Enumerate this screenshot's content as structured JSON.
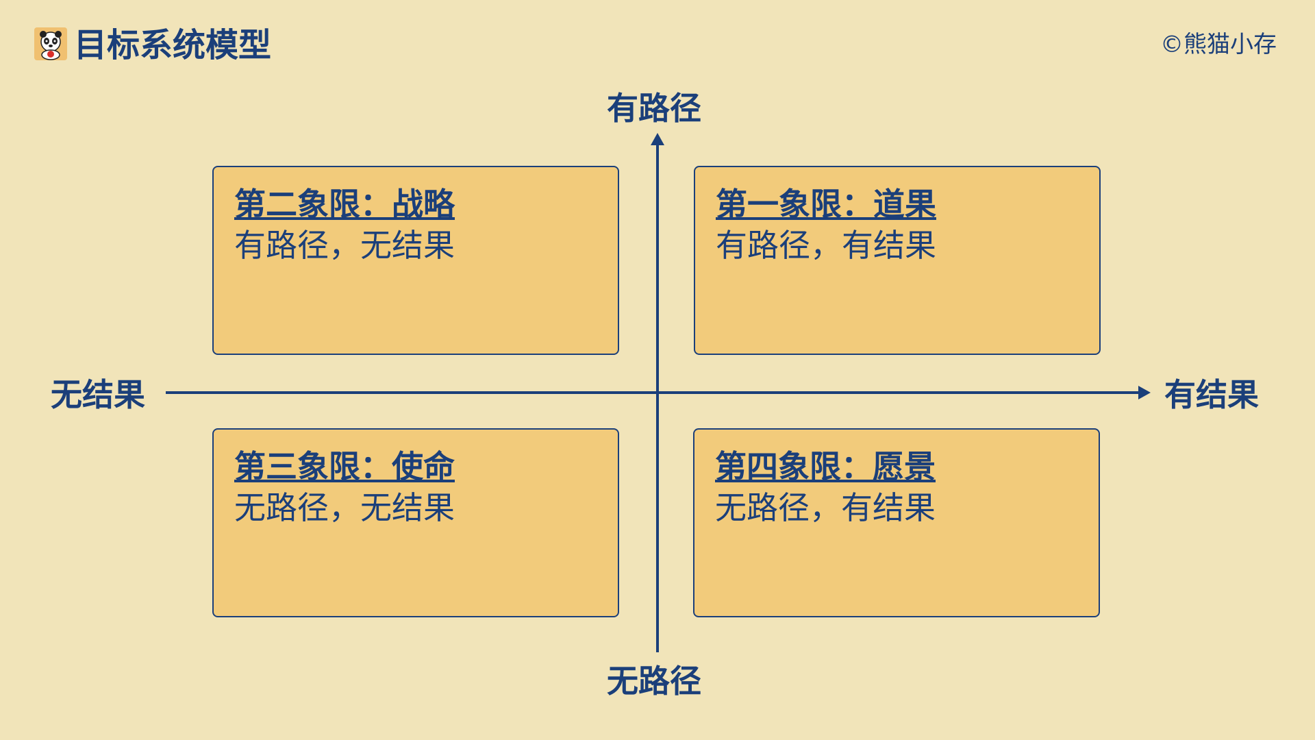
{
  "header": {
    "title": "目标系统模型",
    "copyright": "©熊猫小存"
  },
  "axes": {
    "top": "有路径",
    "bottom": "无路径",
    "left": "无结果",
    "right": "有结果"
  },
  "quadrants": [
    {
      "title": "第二象限：战略",
      "desc": "有路径，无结果"
    },
    {
      "title": "第一象限：道果",
      "desc": "有路径，有结果"
    },
    {
      "title": "第三象限：使命",
      "desc": "无路径，无结果"
    },
    {
      "title": "第四象限：愿景",
      "desc": "无路径，有结果"
    }
  ],
  "colors": {
    "background": "#f1e4b9",
    "box_fill": "#f2cb7b",
    "accent": "#1b3f7a"
  },
  "icons": {
    "logo": "panda-logo-icon"
  }
}
